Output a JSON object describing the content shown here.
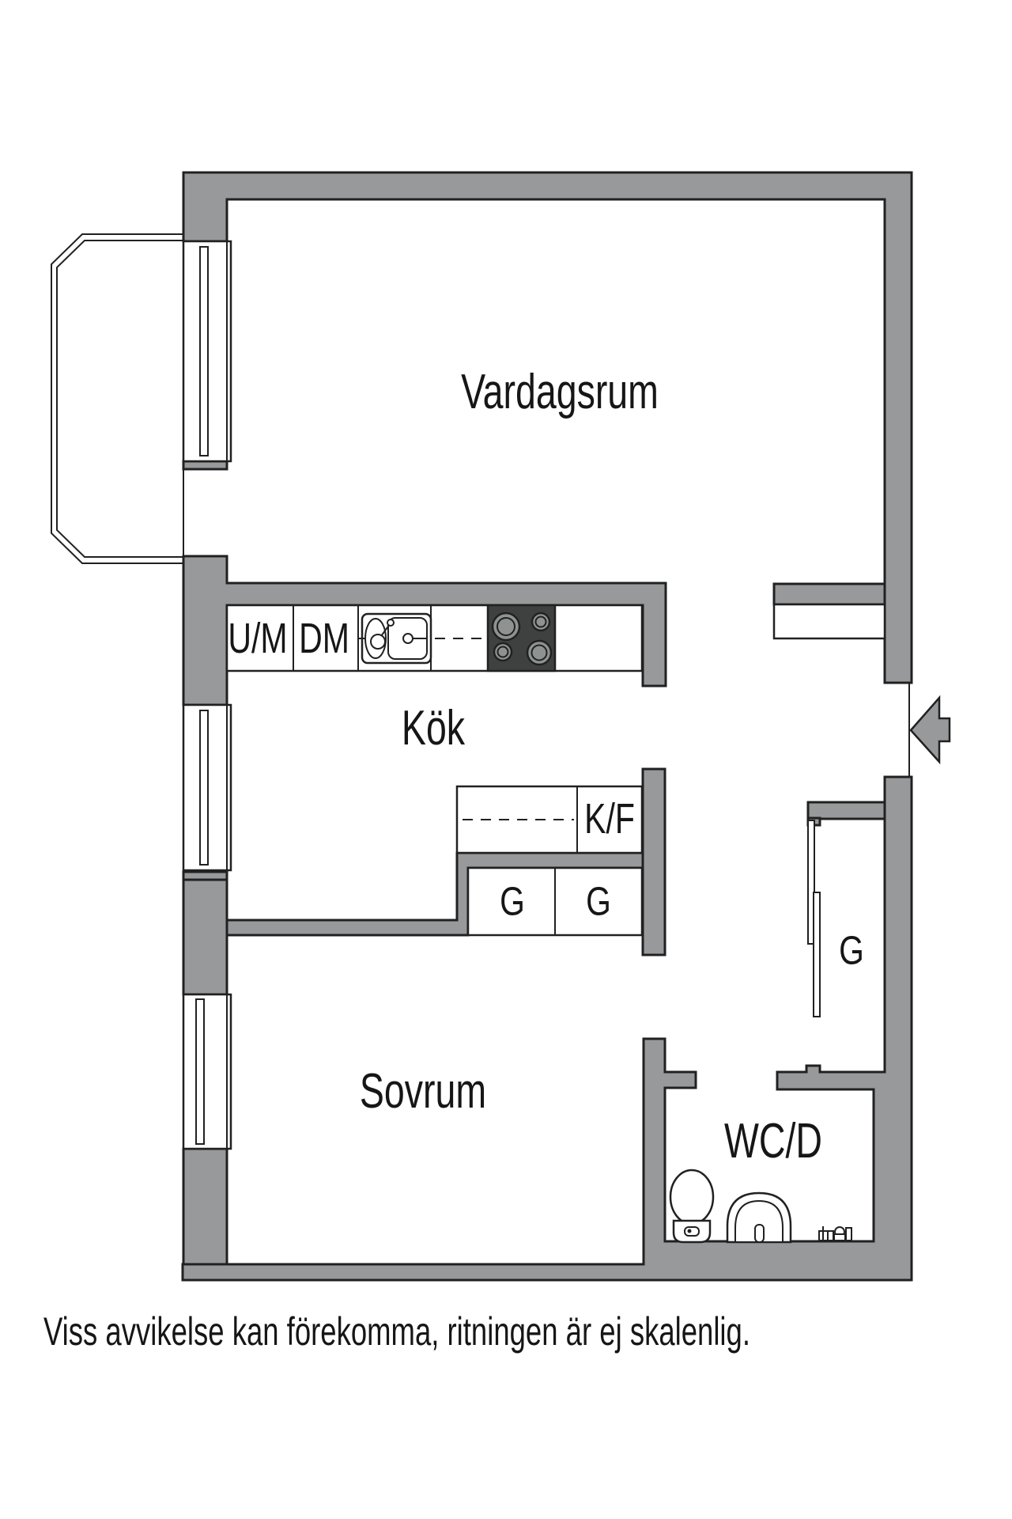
{
  "palette": {
    "background": "#ffffff",
    "wall": "#97999A",
    "outline": "#212121",
    "stove": "#3F4140",
    "burner": "#8E9291",
    "text": "#161616"
  },
  "rooms": {
    "living_room": "Vardagsrum",
    "kitchen": "Kök",
    "bedroom": "Sovrum",
    "bathroom": "WC/D"
  },
  "fixtures": {
    "washing_machine": "U/M",
    "dishwasher": "DM",
    "fridge_freezer": "K/F",
    "kitchen_cabinet_left": "G",
    "kitchen_cabinet_right": "G",
    "hall_wardrobe": "G"
  },
  "icons": {
    "entrance": "entrance-arrow-icon",
    "sink": "kitchen-sink-icon",
    "stove": "stove-burners-icon",
    "toilet": "toilet-icon",
    "washbasin": "washbasin-icon",
    "laundry_fittings": "laundry-fittings-icon",
    "balcony": "balcony-outline-icon",
    "window": "window-icon"
  },
  "footer": {
    "disclaimer": "Viss avvikelse kan förekomma, ritningen är ej skalenlig."
  }
}
